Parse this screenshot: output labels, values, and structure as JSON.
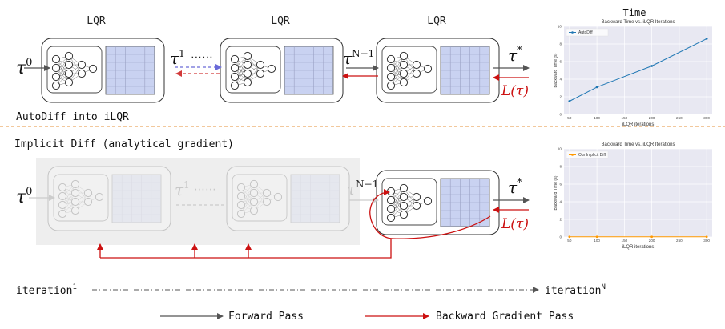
{
  "colors": {
    "forward": "#555555",
    "backward": "#cc1111",
    "dashed_backward": "#d23a3a",
    "dashed_forward": "#6a6ad8",
    "grid_fill": "#c9d2f1",
    "grid_line": "#9aa0c4",
    "divider": "#e4923a",
    "autodiff_series": "#1f77b4",
    "implicit_series": "#ff9900",
    "plot_bg": "#e8e8f2",
    "faded_panel": "#eeeeee"
  },
  "top": {
    "lqr_labels": [
      "LQR",
      "LQR",
      "LQR"
    ],
    "tau_start": "τ",
    "tau_start_sup": "0",
    "tau_1": "τ",
    "tau_1_sup": "1",
    "ellipsis": "⋯⋯",
    "tau_nm1": "τ",
    "tau_nm1_sup": "N−1",
    "tau_star": "τ",
    "tau_star_sup": "*",
    "loss": "L(τ)",
    "section_label": "AutoDiff into iLQR"
  },
  "bottom": {
    "section_label": "Implicit Diff (analytical gradient)",
    "tau_start": "τ",
    "tau_start_sup": "0",
    "tau_1": "τ",
    "tau_1_sup": "1",
    "ellipsis": "⋯⋯",
    "tau_nm1": "τ",
    "tau_nm1_sup": "N−1",
    "tau_star": "τ",
    "tau_star_sup": "*",
    "loss": "L(τ)"
  },
  "iteration_axis": {
    "start": "iteration",
    "start_sup": "1",
    "end": "iteration",
    "end_sup": "N"
  },
  "legend": {
    "forward": "Forward Pass",
    "backward": "Backward Gradient Pass"
  },
  "time_heading": "Time",
  "chart_data": [
    {
      "type": "line",
      "title": "Backward Time vs. iLQR Iterations",
      "xlabel": "iLQR iterations",
      "ylabel": "Backward Time (s)",
      "x_ticks": [
        "50",
        "100",
        "150",
        "200",
        "250",
        "300"
      ],
      "y_ticks": [
        "0",
        "2",
        "4",
        "6",
        "8",
        "10"
      ],
      "xlim": [
        40,
        310
      ],
      "ylim": [
        0,
        10
      ],
      "grid": true,
      "legend_position": "top-left",
      "series": [
        {
          "name": "AutoDiff",
          "x": [
            50,
            100,
            200,
            300
          ],
          "y": [
            1.5,
            3.1,
            5.5,
            8.6
          ]
        }
      ]
    },
    {
      "type": "line",
      "title": "Backward Time vs. iLQR Iterations",
      "xlabel": "iLQR iterations",
      "ylabel": "Backward Time (s)",
      "x_ticks": [
        "50",
        "100",
        "150",
        "200",
        "250",
        "300"
      ],
      "y_ticks": [
        "0",
        "2",
        "4",
        "6",
        "8",
        "10"
      ],
      "xlim": [
        40,
        310
      ],
      "ylim": [
        0,
        10
      ],
      "grid": true,
      "legend_position": "top-left",
      "series": [
        {
          "name": "Our Implicit Diff",
          "x": [
            50,
            100,
            200,
            300
          ],
          "y": [
            0.02,
            0.02,
            0.02,
            0.02
          ]
        }
      ]
    }
  ]
}
